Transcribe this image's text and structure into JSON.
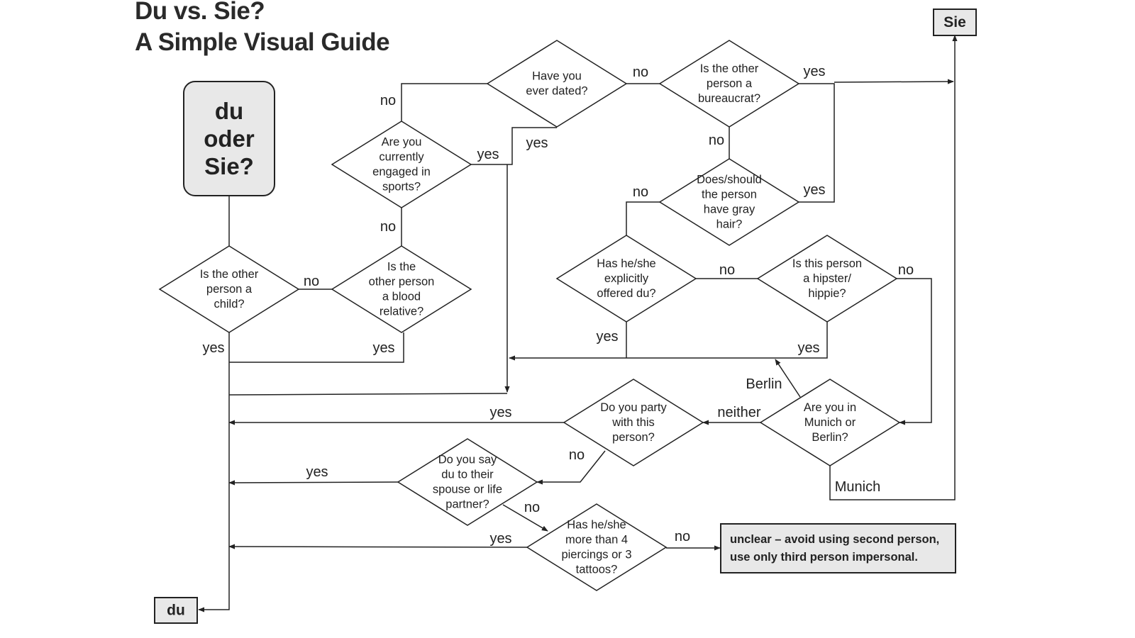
{
  "header": {
    "title_line1": "Du vs. Sie?",
    "title_line2": "A Simple Visual Guide"
  },
  "nodes": {
    "start": [
      "du",
      "oder",
      "Sie?"
    ],
    "sie": [
      "Sie"
    ],
    "du": [
      "du"
    ],
    "child": [
      "Is the other",
      "person a",
      "child?"
    ],
    "blood": [
      "Is the",
      "other person",
      "a blood",
      "relative?"
    ],
    "sports": [
      "Are you",
      "currently",
      "engaged in",
      "sports?"
    ],
    "dated": [
      "Have you",
      "ever dated?"
    ],
    "bureaucrat": [
      "Is the other",
      "person a",
      "bureaucrat?"
    ],
    "gray": [
      "Does/should",
      "the person",
      "have gray",
      "hair?"
    ],
    "offered": [
      "Has he/she",
      "explicitly",
      "offered du?"
    ],
    "hipster": [
      "Is this person",
      "a hipster/",
      "hippie?"
    ],
    "munich": [
      "Are you in",
      "Munich or",
      "Berlin?"
    ],
    "party": [
      "Do you party",
      "with this",
      "person?"
    ],
    "spouse": [
      "Do you say",
      "du to their",
      "spouse or life",
      "partner?"
    ],
    "piercings": [
      "Has he/she",
      "more than 4",
      "piercings or 3",
      "tattoos?"
    ],
    "unclear": [
      "unclear – avoid using second person,",
      "use only third person impersonal."
    ]
  },
  "edge_labels": {
    "child_no": "no",
    "child_yes": "yes",
    "blood_no": "no",
    "blood_yes": "yes",
    "sports_no": "no",
    "sports_yes": "yes",
    "dated_no": "no",
    "dated_yes": "yes",
    "bureau_yes": "yes",
    "bureau_no": "no",
    "gray_no": "no",
    "gray_yes": "yes",
    "offered_no": "no",
    "offered_yes": "yes",
    "hipster_no": "no",
    "hipster_yes": "yes",
    "berlin": "Berlin",
    "neither": "neither",
    "munich": "Munich",
    "party_yes": "yes",
    "party_no": "no",
    "spouse_yes": "yes",
    "spouse_no": "no",
    "pierce_yes": "yes",
    "pierce_no": "no"
  },
  "colors": {
    "line": "#222222",
    "box_fill": "#e8e8e8",
    "background": "#ffffff"
  }
}
